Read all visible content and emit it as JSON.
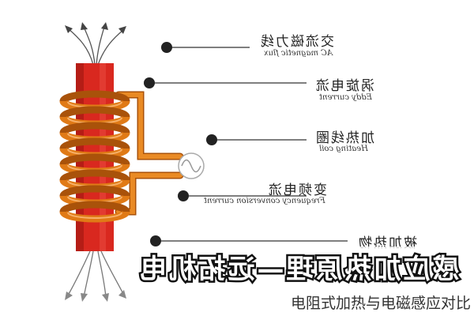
{
  "labels": [
    {
      "id": "ac-magnetic-flux",
      "cn": "交流磁力线",
      "en": "AC magnetic flux"
    },
    {
      "id": "eddy-current",
      "cn": "涡旋电流",
      "en": "Eddy current"
    },
    {
      "id": "heating-coil",
      "cn": "加热线圈",
      "en": "Heating coil"
    },
    {
      "id": "frequency-conversion-current",
      "cn": "变频电流",
      "en": "Frequency conversion current"
    },
    {
      "id": "workpiece",
      "cn": "被加热物",
      "en": ""
    }
  ],
  "banner": {
    "text": "感应加热原理—远拓机电"
  },
  "caption": {
    "text": "电阻式加热与电磁感应对比"
  },
  "colors": {
    "rod": "#d9281f",
    "coil": "#e07a16",
    "coil_dark": "#a9520a",
    "pointer": "#333333"
  }
}
